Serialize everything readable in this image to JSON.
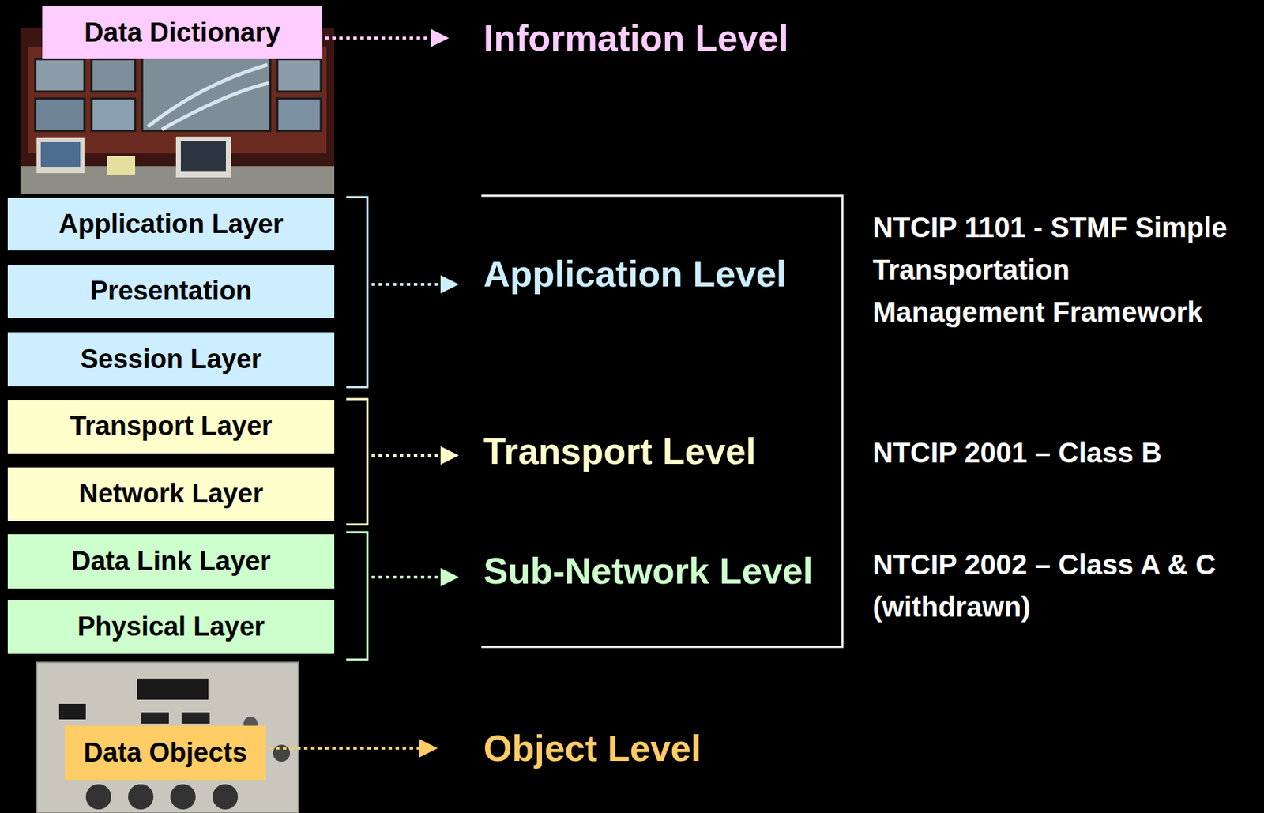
{
  "diagram": {
    "nodes": [
      {
        "text": [
          "Data Dictionary"
        ]
      },
      {
        "text": [
          "Application Layer"
        ]
      },
      {
        "text": [
          "Presentation"
        ]
      },
      {
        "text": [
          "Session Layer"
        ]
      },
      {
        "text": [
          "Transport Layer"
        ]
      },
      {
        "text": [
          "Network Layer"
        ]
      },
      {
        "text": [
          "Data Link Layer"
        ]
      },
      {
        "text": [
          "Physical Layer"
        ]
      },
      {
        "text": [
          "Data Objects"
        ]
      }
    ],
    "labels": [
      "Information Level",
      "Application Level",
      "Transport Level",
      "Sub-Network Level",
      "Object Level",
      "NTCIP 1101 - STMF Simple Transportation Management Framework",
      "NTCIP 2001 – Class B",
      "NTCIP 2002 – Class A & C (withdrawn)"
    ]
  }
}
